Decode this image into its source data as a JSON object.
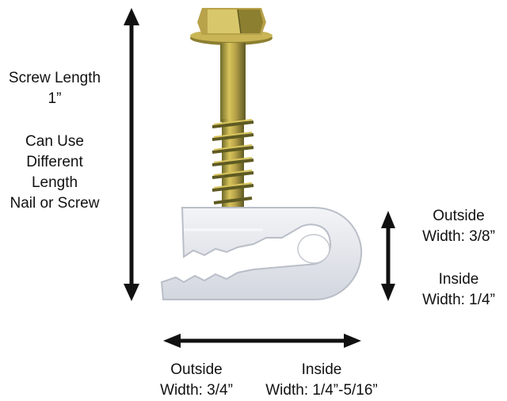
{
  "labels": {
    "screw_length": {
      "line1": "Screw Length",
      "line2": "1”"
    },
    "nail_or_screw": {
      "line1": "Can Use",
      "line2": "Different",
      "line3": "Length",
      "line4": "Nail or Screw"
    },
    "outside_height": {
      "line1": "Outside",
      "line2": "Width: 3/8”"
    },
    "inside_height": {
      "line1": "Inside",
      "line2": "Width: 1/4”"
    },
    "outside_width": {
      "line1": "Outside",
      "line2": "Width: 3/4”"
    },
    "inside_width": {
      "line1": "Inside",
      "line2": "Width: 1/4”-5/16”"
    }
  },
  "colors": {
    "arrow": "#111111",
    "screw_brass": "#b8a24a",
    "screw_shadow": "#6f6a2a",
    "clip": "#e6e8ec",
    "clip_shadow": "#c4c8d0"
  }
}
